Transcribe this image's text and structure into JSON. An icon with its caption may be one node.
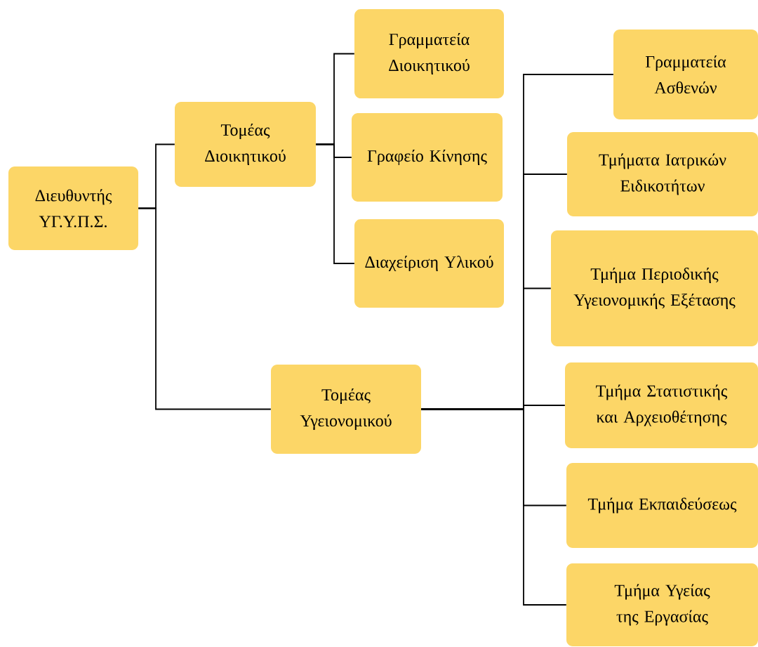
{
  "diagram": {
    "nodes": [
      {
        "text": [
          "Διευθυντής ΥΓ.Υ.Π.Σ."
        ]
      },
      {
        "text": [
          "Τομέας Διοικητικού"
        ]
      },
      {
        "text": [
          "Γραμματεία Διοικητικού"
        ]
      },
      {
        "text": [
          "Γραφείο Κίνησης"
        ]
      },
      {
        "text": [
          "Διαχείριση Υλικού"
        ]
      },
      {
        "text": [
          "Τομέας Υγειονομικού"
        ]
      },
      {
        "text": [
          "Γραμματεία Ασθενών"
        ]
      },
      {
        "text": [
          "Τμήματα Ιατρικών Ειδικοτήτων"
        ]
      },
      {
        "text": [
          "Τμήμα Περιοδικής Υγειονομικής Εξέτασης"
        ]
      },
      {
        "text": [
          "Τμήμα Στατιστικής και Αρχειοθέτησης"
        ]
      },
      {
        "text": [
          "Τμήμα Εκπαιδεύσεως"
        ]
      },
      {
        "text": [
          "Τμήμα Υγείας της Εργασίας"
        ]
      }
    ],
    "edges": [
      {
        "from": 0,
        "to": 1,
        "arrow": "none"
      },
      {
        "from": 0,
        "to": 5,
        "arrow": "none"
      },
      {
        "from": 1,
        "to": 2,
        "arrow": "none"
      },
      {
        "from": 1,
        "to": 3,
        "arrow": "none"
      },
      {
        "from": 1,
        "to": 4,
        "arrow": "none"
      },
      {
        "from": 5,
        "to": 6,
        "arrow": "none"
      },
      {
        "from": 5,
        "to": 7,
        "arrow": "none"
      },
      {
        "from": 5,
        "to": 8,
        "arrow": "none"
      },
      {
        "from": 5,
        "to": 9,
        "arrow": "none"
      },
      {
        "from": 5,
        "to": 10,
        "arrow": "none"
      },
      {
        "from": 5,
        "to": 11,
        "arrow": "none"
      }
    ]
  }
}
